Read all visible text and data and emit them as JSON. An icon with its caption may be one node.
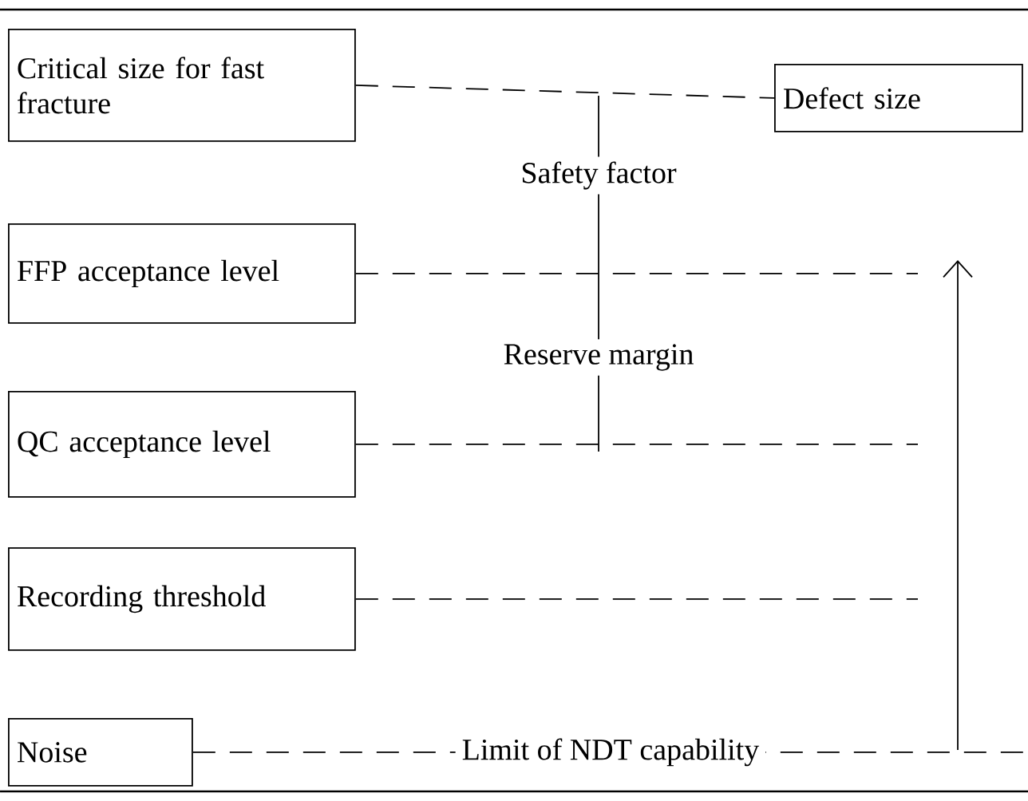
{
  "diagram": {
    "nodes": [
      {
        "text": [
          "Critical size for fast fracture"
        ]
      },
      {
        "text": [
          "FFP acceptance level"
        ]
      },
      {
        "text": [
          "QC acceptance level"
        ]
      },
      {
        "text": [
          "Recording threshold"
        ]
      },
      {
        "text": [
          "Noise"
        ]
      },
      {
        "text": [
          "Defect size"
        ]
      }
    ],
    "edges": [
      {
        "from": 0,
        "to": 5,
        "arrow": "none",
        "style": "dashed"
      },
      {
        "from": 1,
        "to": null,
        "arrow": "none",
        "style": "dashed"
      },
      {
        "from": 2,
        "to": null,
        "arrow": "none",
        "style": "dashed"
      },
      {
        "from": 3,
        "to": null,
        "arrow": "none",
        "style": "dashed"
      },
      {
        "from": 4,
        "to": null,
        "arrow": "none",
        "style": "dashed",
        "label": "Limit of NDT capability"
      }
    ],
    "labels": [
      "Safety factor",
      "Reserve margin"
    ]
  }
}
